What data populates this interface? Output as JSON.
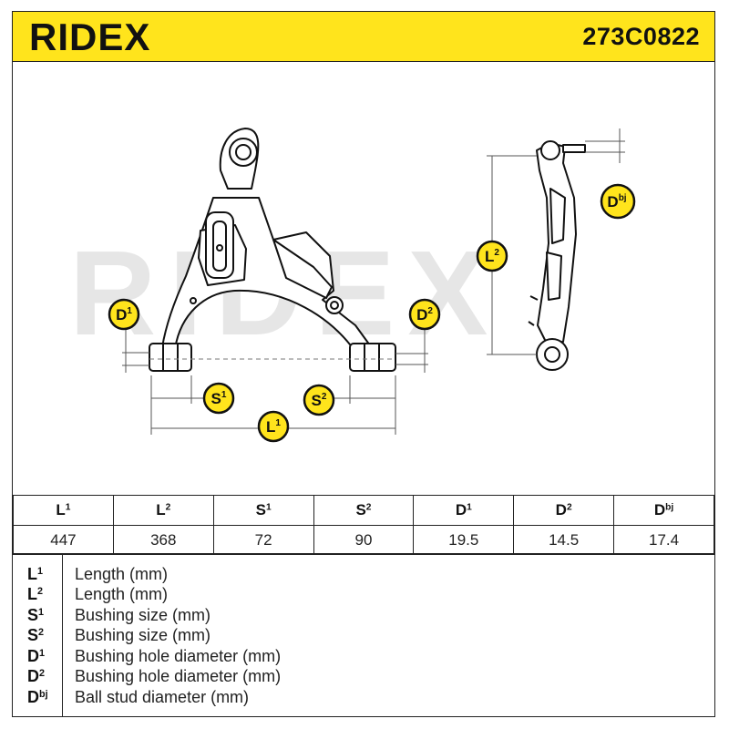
{
  "header": {
    "brand": "RIDEX",
    "part_number": "273C0822"
  },
  "drawing": {
    "labels": {
      "d1": {
        "base": "D",
        "sup": "1"
      },
      "d2": {
        "base": "D",
        "sup": "2"
      },
      "s1": {
        "base": "S",
        "sup": "1"
      },
      "s2": {
        "base": "S",
        "sup": "2"
      },
      "l1": {
        "base": "L",
        "sup": "1"
      },
      "l2": {
        "base": "L",
        "sup": "2"
      },
      "dbj": {
        "base": "D",
        "sup": "bj"
      }
    },
    "watermark": "RIDEX",
    "colors": {
      "badge": "#ffe41c",
      "badge_ring": "#111111",
      "watermark": "#e4e4e4"
    }
  },
  "spec_table": {
    "columns": [
      {
        "base": "L",
        "sup": "1",
        "value": "447"
      },
      {
        "base": "L",
        "sup": "2",
        "value": "368"
      },
      {
        "base": "S",
        "sup": "1",
        "value": "72"
      },
      {
        "base": "S",
        "sup": "2",
        "value": "90"
      },
      {
        "base": "D",
        "sup": "1",
        "value": "19.5"
      },
      {
        "base": "D",
        "sup": "2",
        "value": "14.5"
      },
      {
        "base": "D",
        "sup": "bj",
        "value": "17.4"
      }
    ]
  },
  "legend": [
    {
      "base": "L",
      "sup": "1",
      "desc": "Length (mm)"
    },
    {
      "base": "L",
      "sup": "2",
      "desc": "Length (mm)"
    },
    {
      "base": "S",
      "sup": "1",
      "desc": "Bushing size (mm)"
    },
    {
      "base": "S",
      "sup": "2",
      "desc": "Bushing size (mm)"
    },
    {
      "base": "D",
      "sup": "1",
      "desc": "Bushing hole diameter (mm)"
    },
    {
      "base": "D",
      "sup": "2",
      "desc": "Bushing hole diameter (mm)"
    },
    {
      "base": "D",
      "sup": "bj",
      "desc": "Ball stud diameter (mm)"
    }
  ]
}
